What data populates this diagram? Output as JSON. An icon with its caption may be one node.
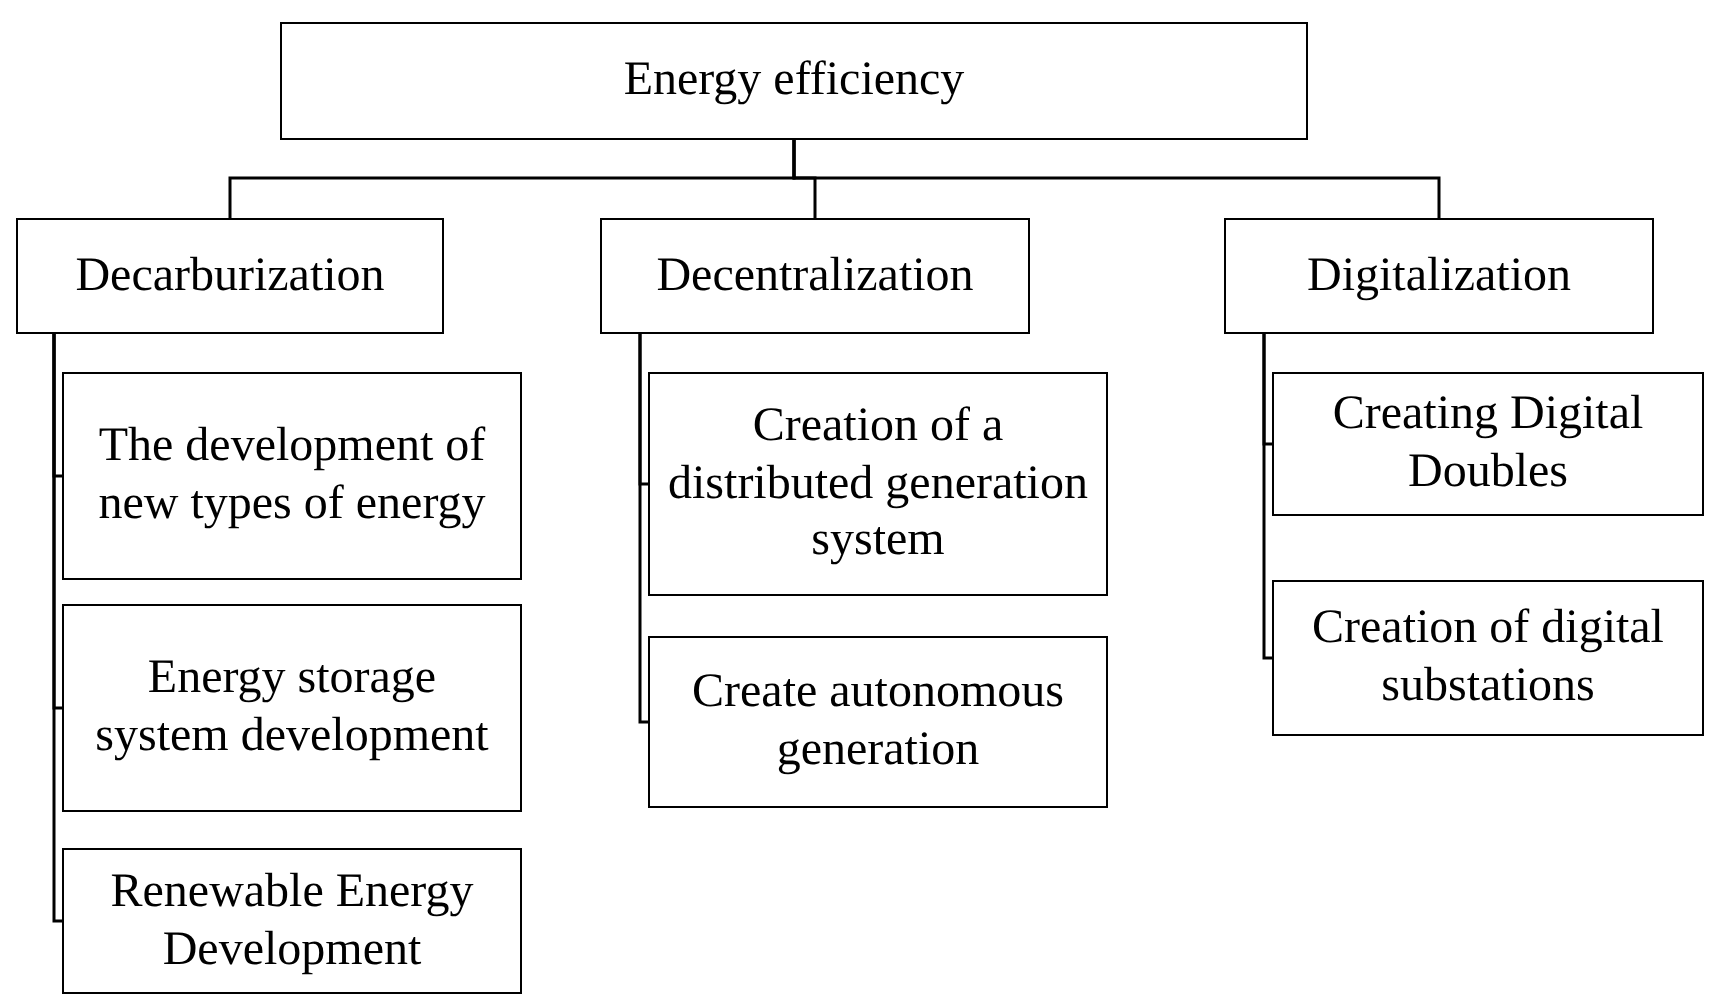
{
  "diagram": {
    "nodes": [
      {
        "text": [
          "Energy efficiency"
        ]
      },
      {
        "text": [
          "Decarburization"
        ]
      },
      {
        "text": [
          "Decentralization"
        ]
      },
      {
        "text": [
          "Digitalization"
        ]
      },
      {
        "text": [
          "The development of new types of energy"
        ]
      },
      {
        "text": [
          "Energy storage system development"
        ]
      },
      {
        "text": [
          "Renewable Energy Development"
        ]
      },
      {
        "text": [
          "Creation of a distributed generation system"
        ]
      },
      {
        "text": [
          "Create autonomous generation"
        ]
      },
      {
        "text": [
          "Creating Digital Doubles"
        ]
      },
      {
        "text": [
          "Creation of digital substations"
        ]
      }
    ],
    "edges": [
      {
        "from": 0,
        "to": 1,
        "arrow": "none"
      },
      {
        "from": 0,
        "to": 2,
        "arrow": "none"
      },
      {
        "from": 0,
        "to": 3,
        "arrow": "none"
      },
      {
        "from": 1,
        "to": 4,
        "arrow": "none"
      },
      {
        "from": 1,
        "to": 5,
        "arrow": "none"
      },
      {
        "from": 1,
        "to": 6,
        "arrow": "none"
      },
      {
        "from": 2,
        "to": 7,
        "arrow": "none"
      },
      {
        "from": 2,
        "to": 8,
        "arrow": "none"
      },
      {
        "from": 3,
        "to": 9,
        "arrow": "none"
      },
      {
        "from": 3,
        "to": 10,
        "arrow": "none"
      }
    ]
  }
}
